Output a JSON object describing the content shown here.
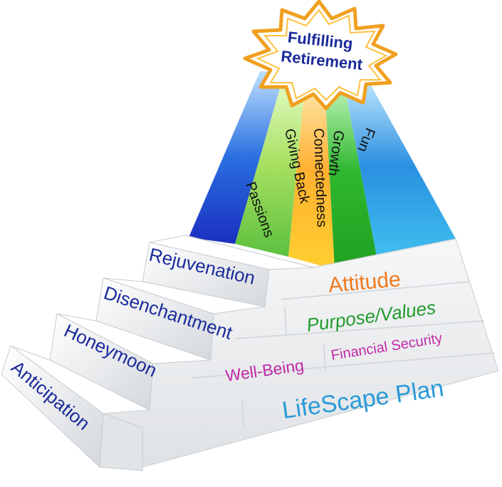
{
  "burst": {
    "line1": "Fulfilling",
    "line2": "Retirement"
  },
  "rays": [
    "Passions",
    "Giving Back",
    "Connectedness",
    "Growth",
    "Fun"
  ],
  "steps": [
    "Rejuvenation",
    "Disenchantment",
    "Honeymoon",
    "Anticipation"
  ],
  "wall": {
    "attitude": "Attitude",
    "purpose": "Purpose/Values",
    "wellbeing": "Well-Being",
    "financial": "Financial Security",
    "plan": "LifeScape Plan"
  },
  "colors": {
    "burst_fill": "#ffffff",
    "burst_stroke": "#f0a020",
    "burst_text": "#1a2a9a",
    "step_text": "#1a2a9a",
    "attitude": "#f07a20",
    "purpose": "#1f9a2a",
    "wellbeing": "#c22aa8",
    "plan": "#2a9ad8"
  }
}
